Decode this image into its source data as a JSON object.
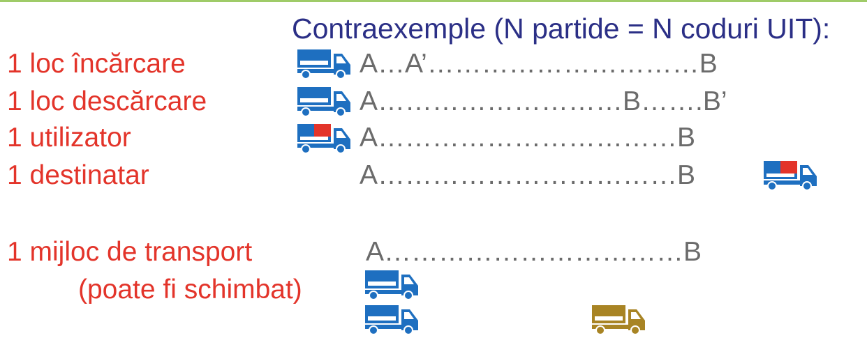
{
  "title": "Contraexemple (N partide = N coduri UIT):",
  "rows": [
    {
      "label": "1 loc încărcare",
      "route": "A…A’…………………………B"
    },
    {
      "label": "1 loc descărcare",
      "route": "A………………………B…….B’"
    },
    {
      "label": "1 utilizator",
      "route": "A……………………………B"
    },
    {
      "label": "1 destinatar",
      "route": "A……………………………B"
    }
  ],
  "transport": {
    "label_line1": "1 mijloc de transport",
    "label_line2": "(poate fi schimbat)",
    "route": "A……………………………B"
  },
  "colors": {
    "label": "#e3342a",
    "title": "#2b2f86",
    "route": "#6b6b6b",
    "truck_blue": "#1e6fc0",
    "truck_red_cargo": "#e3342a",
    "truck_gold": "#a88424",
    "top_line": "#9fcb68"
  },
  "icons": [
    "truck-icon",
    "truck-red-cargo-icon",
    "truck-gold-icon"
  ]
}
